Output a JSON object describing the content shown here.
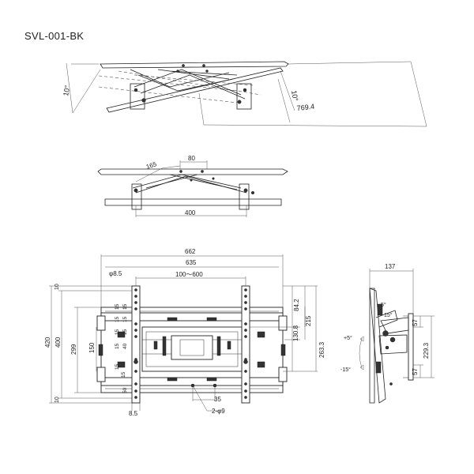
{
  "model": "SVL-001-BK",
  "views": {
    "tilt_top": {
      "angle_label": "10°",
      "angle_label_2": "10°",
      "length_label": "769.4"
    },
    "top": {
      "spacing_label": "80",
      "offset_label": "165",
      "width_label": "400"
    },
    "front": {
      "overall_width": "662",
      "inner_width": "635",
      "hole_dia": "φ8.5",
      "vesa_range": "100～600",
      "overall_height": "420",
      "mount_height": "400",
      "dim_299": "299",
      "dim_150": "150",
      "dim_84_2": "84.2",
      "dim_215": "215",
      "dim_130_8": "130.8",
      "dim_263_3": "263.3",
      "edge_10": "10",
      "rail_15": "15",
      "rail_50": "50",
      "rail_40": "40",
      "bottom_hole": "8.5",
      "dim_35": "35",
      "slot_note": "2-φ9"
    },
    "side": {
      "depth": "137",
      "tilt_up": "+5°",
      "tilt_down": "-15°",
      "tilt_up_small": "5°",
      "tilt_down_small": "15°",
      "dim_57a": "57",
      "dim_229_3": "229.3",
      "dim_57b": "57"
    }
  }
}
